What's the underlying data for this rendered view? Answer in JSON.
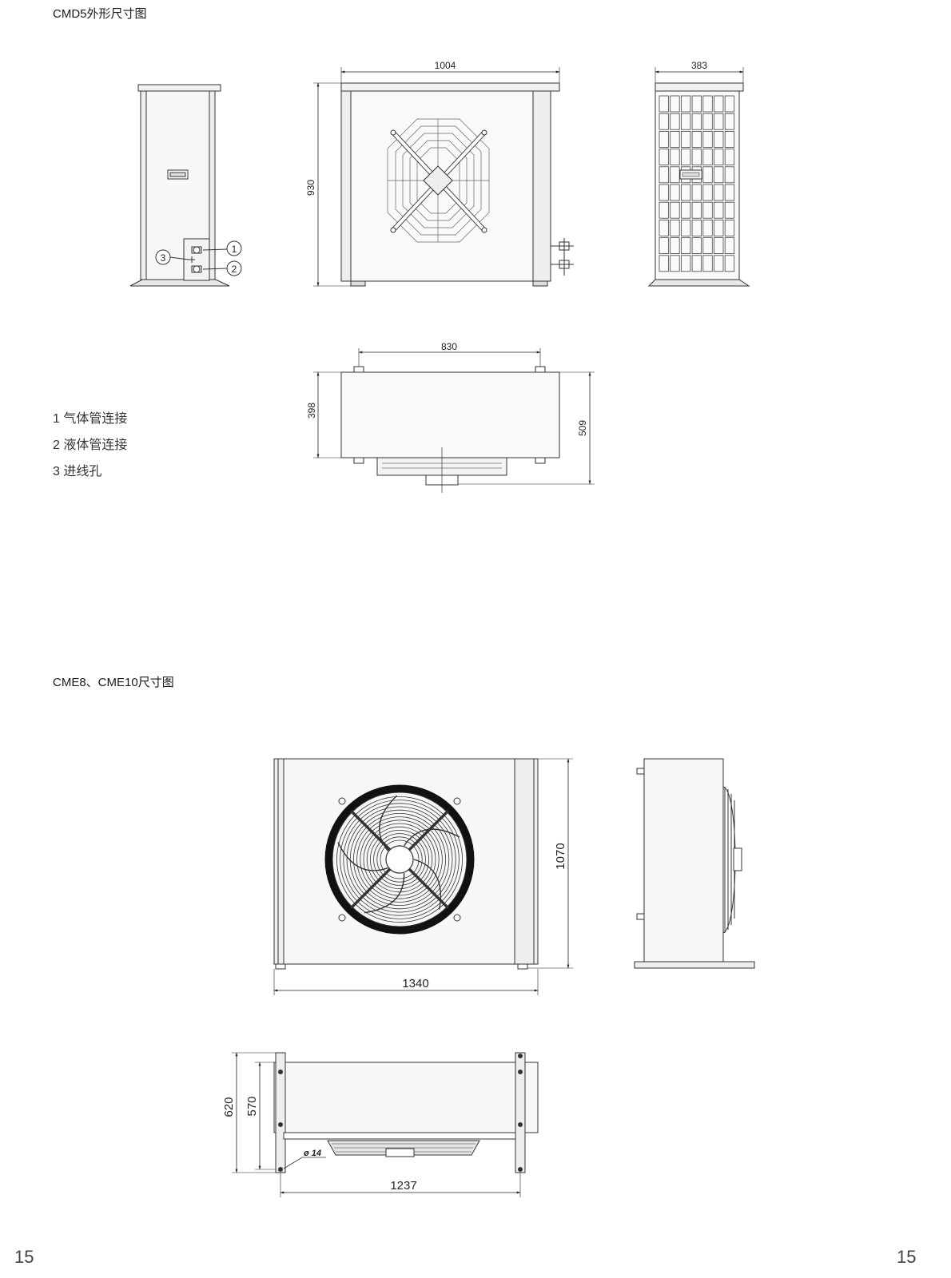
{
  "section1": {
    "title": "CMD5外形尺寸图",
    "dims": {
      "width": "1004",
      "height": "930",
      "depth": "383",
      "bottom_width": "830",
      "bottom_depth": "398",
      "total_depth": "509"
    },
    "callouts": [
      "1",
      "2",
      "3"
    ],
    "legend": [
      "1 气体管连接",
      "2 液体管连接",
      "3 进线孔"
    ]
  },
  "section2": {
    "title": "CME8、CME10尺寸图",
    "dims": {
      "width": "1340",
      "height": "1070",
      "depth_outer": "620",
      "depth_inner": "570",
      "hole": "ø 14",
      "bottom_width": "1237"
    }
  },
  "page_number": "15"
}
